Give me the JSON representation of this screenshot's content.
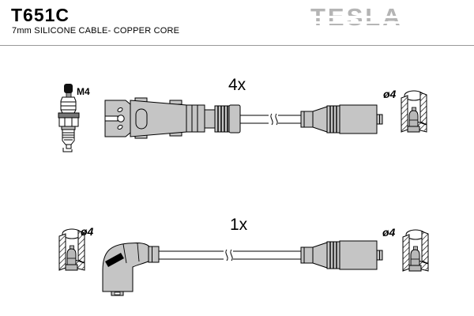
{
  "header": {
    "part_number": "T651C",
    "subtitle": "7mm SILICONE CABLE- COPPER CORE",
    "brand": "TESLA"
  },
  "top_assembly": {
    "quantity_label": "4x",
    "spark_plug_thread_label": "M4",
    "terminal_diameter_label": "ø4"
  },
  "bottom_assembly": {
    "quantity_label": "1x",
    "terminal_diameter_label_left": "ø4",
    "terminal_diameter_label_right": "ø4"
  },
  "colors": {
    "background": "#ffffff",
    "line": "#000000",
    "part_fill_gray": "#c5c5c5",
    "logo_gray": "#b5b5b5"
  }
}
